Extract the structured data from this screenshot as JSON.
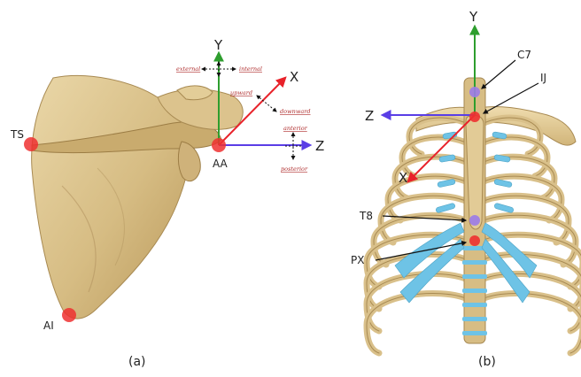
{
  "panel_a": {
    "caption": "(a)",
    "axes": {
      "x": "X",
      "y": "Y",
      "z": "Z"
    },
    "landmarks": {
      "ts": "TS",
      "ai": "AI",
      "aa": "AA"
    },
    "directions": {
      "external": "external",
      "internal": "internal",
      "upward": "upward",
      "downward": "downward",
      "anterior": "anterior",
      "posterior": "posterior"
    }
  },
  "panel_b": {
    "caption": "(b)",
    "axes": {
      "x": "X",
      "y": "Y",
      "z": "Z"
    },
    "landmarks": {
      "c7": "C7",
      "ij": "IJ",
      "t8": "T8",
      "px": "PX"
    }
  },
  "colors": {
    "x_axis": "#e8222a",
    "y_axis": "#2e9e2e",
    "z_axis": "#5a3ee6",
    "landmark_red": "#ee3030",
    "landmark_purple": "#9b7be8",
    "bone": "#d8c08a",
    "cartilage": "#6ec3e6"
  }
}
